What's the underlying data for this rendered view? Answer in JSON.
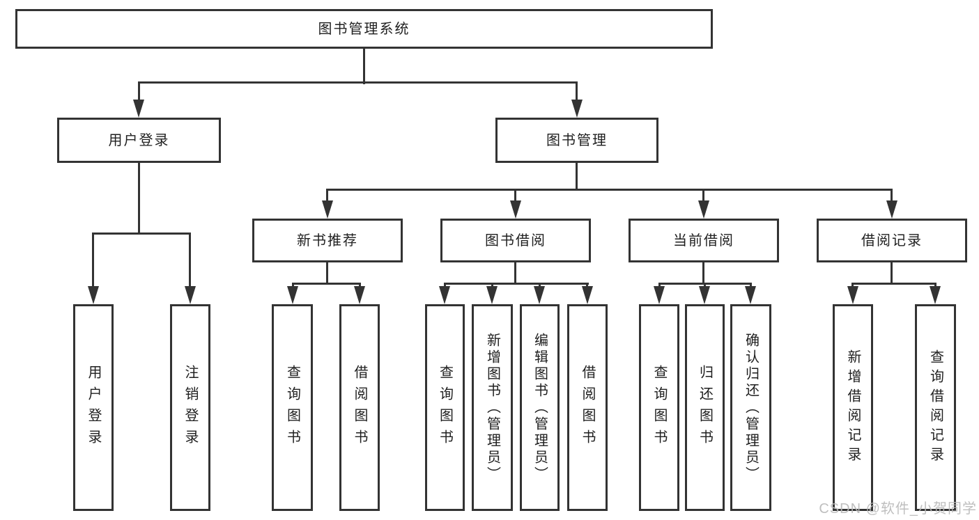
{
  "tree": {
    "root": {
      "label": "图书管理系统",
      "children": [
        {
          "label": "用户登录",
          "children": [
            {
              "label": "用户登录"
            },
            {
              "label": "注销登录"
            }
          ]
        },
        {
          "label": "图书管理",
          "children": [
            {
              "label": "新书推荐",
              "children": [
                {
                  "label": "查询图书"
                },
                {
                  "label": "借阅图书"
                }
              ]
            },
            {
              "label": "图书借阅",
              "children": [
                {
                  "label": "查询图书"
                },
                {
                  "label": "新增图书（管理员）"
                },
                {
                  "label": "编辑图书（管理员）"
                },
                {
                  "label": "借阅图书"
                }
              ]
            },
            {
              "label": "当前借阅",
              "children": [
                {
                  "label": "查询图书"
                },
                {
                  "label": "归还图书"
                },
                {
                  "label": "确认归还（管理员）"
                }
              ]
            },
            {
              "label": "借阅记录",
              "children": [
                {
                  "label": "新增借阅记录"
                },
                {
                  "label": "查询借阅记录"
                }
              ]
            }
          ]
        }
      ]
    }
  },
  "watermark": {
    "text": "CSDN @软件_小贺同学"
  },
  "colors": {
    "line": "#333333",
    "text": "#1f1f1f",
    "box_fill": "#ffffff",
    "background": "#ffffff",
    "watermark": "#bababa"
  }
}
